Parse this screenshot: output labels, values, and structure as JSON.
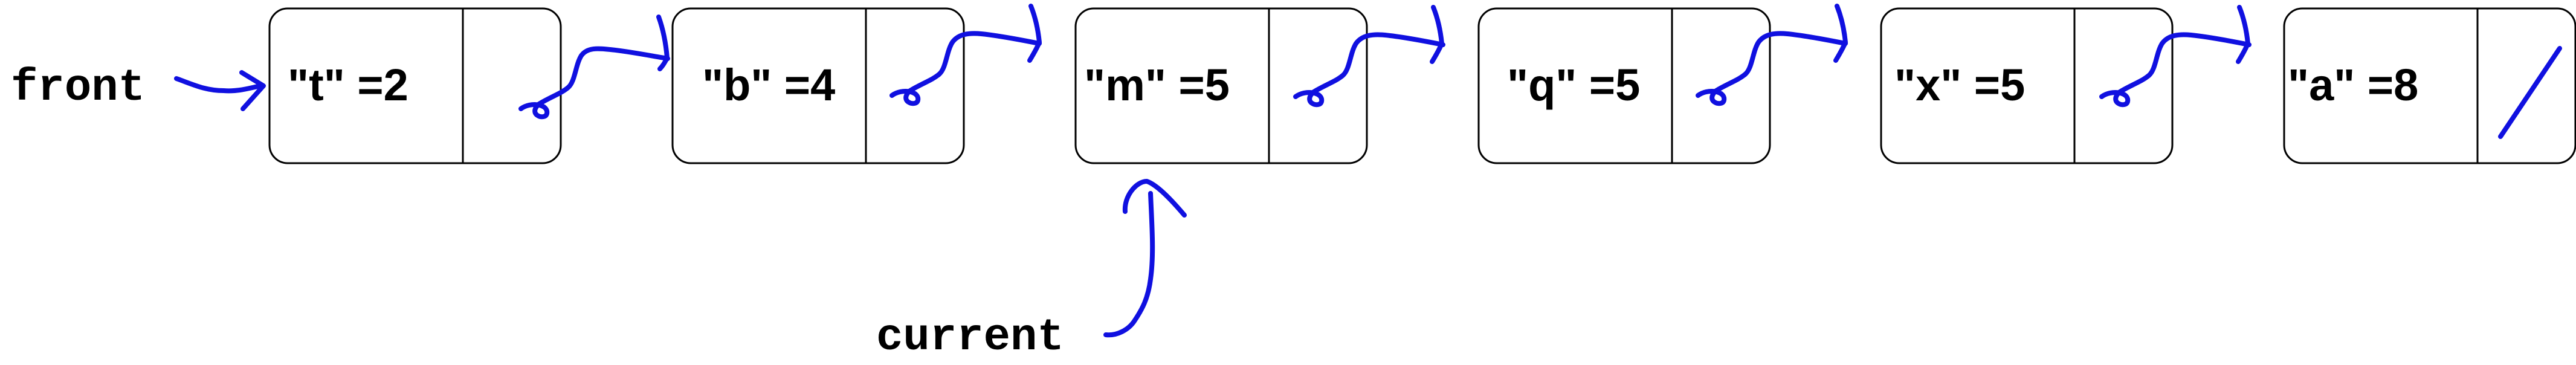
{
  "colors": {
    "ink": "#1010e0",
    "box_stroke": "#000000",
    "text": "#000000",
    "background": "#ffffff"
  },
  "pointers": {
    "front": "front",
    "current": "current"
  },
  "nodes": [
    {
      "label": "\"t\" =2"
    },
    {
      "label": "\"b\" =4"
    },
    {
      "label": "\"m\" =5"
    },
    {
      "label": "\"q\" =5"
    },
    {
      "label": "\"x\" =5"
    },
    {
      "label": "\"a\" =8"
    }
  ]
}
